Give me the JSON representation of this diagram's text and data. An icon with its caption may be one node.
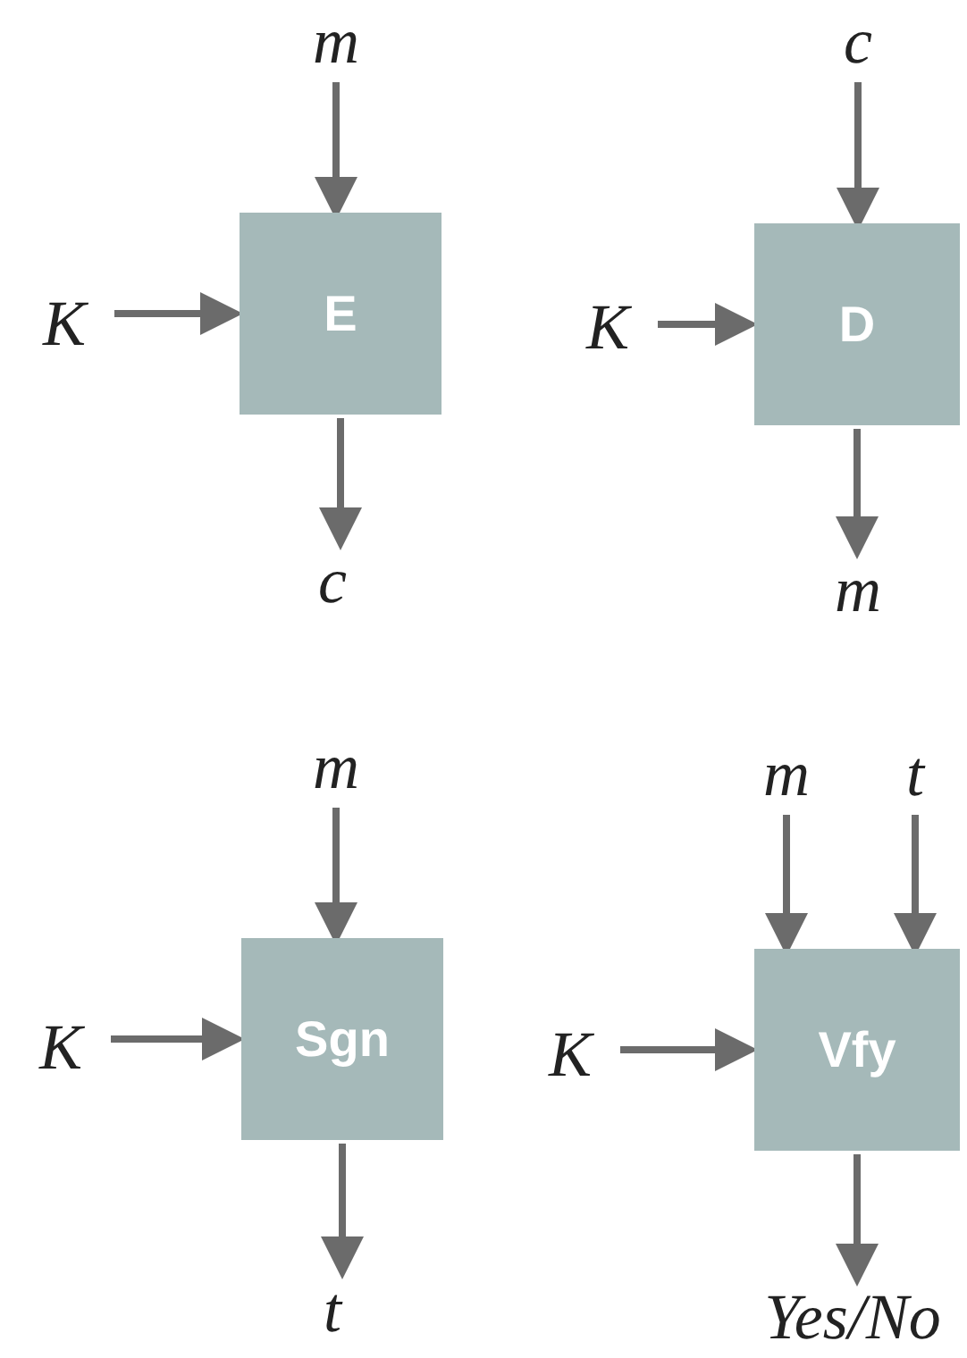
{
  "diagram": {
    "nodes": [
      {
        "text": [
          "m"
        ]
      },
      {
        "text": [
          "K"
        ]
      },
      {
        "text": [
          "E"
        ]
      },
      {
        "text": [
          "c"
        ]
      },
      {
        "text": [
          "c"
        ]
      },
      {
        "text": [
          "K"
        ]
      },
      {
        "text": [
          "D"
        ]
      },
      {
        "text": [
          "m"
        ]
      },
      {
        "text": [
          "m"
        ]
      },
      {
        "text": [
          "K"
        ]
      },
      {
        "text": [
          "Sgn"
        ]
      },
      {
        "text": [
          "t"
        ]
      },
      {
        "text": [
          "m"
        ]
      },
      {
        "text": [
          "t"
        ]
      },
      {
        "text": [
          "K"
        ]
      },
      {
        "text": [
          "Vfy"
        ]
      },
      {
        "text": [
          "Yes/No"
        ]
      }
    ],
    "edges": [
      {
        "from": 0,
        "to": 2,
        "arrow": "to"
      },
      {
        "from": 1,
        "to": 2,
        "arrow": "to"
      },
      {
        "from": 2,
        "to": 3,
        "arrow": "to"
      },
      {
        "from": 4,
        "to": 6,
        "arrow": "to"
      },
      {
        "from": 5,
        "to": 6,
        "arrow": "to"
      },
      {
        "from": 6,
        "to": 7,
        "arrow": "to"
      },
      {
        "from": 8,
        "to": 10,
        "arrow": "to"
      },
      {
        "from": 9,
        "to": 10,
        "arrow": "to"
      },
      {
        "from": 10,
        "to": 11,
        "arrow": "to"
      },
      {
        "from": 12,
        "to": 15,
        "arrow": "to"
      },
      {
        "from": 13,
        "to": 15,
        "arrow": "to"
      },
      {
        "from": 14,
        "to": 15,
        "arrow": "to"
      },
      {
        "from": 15,
        "to": 16,
        "arrow": "to"
      }
    ]
  }
}
